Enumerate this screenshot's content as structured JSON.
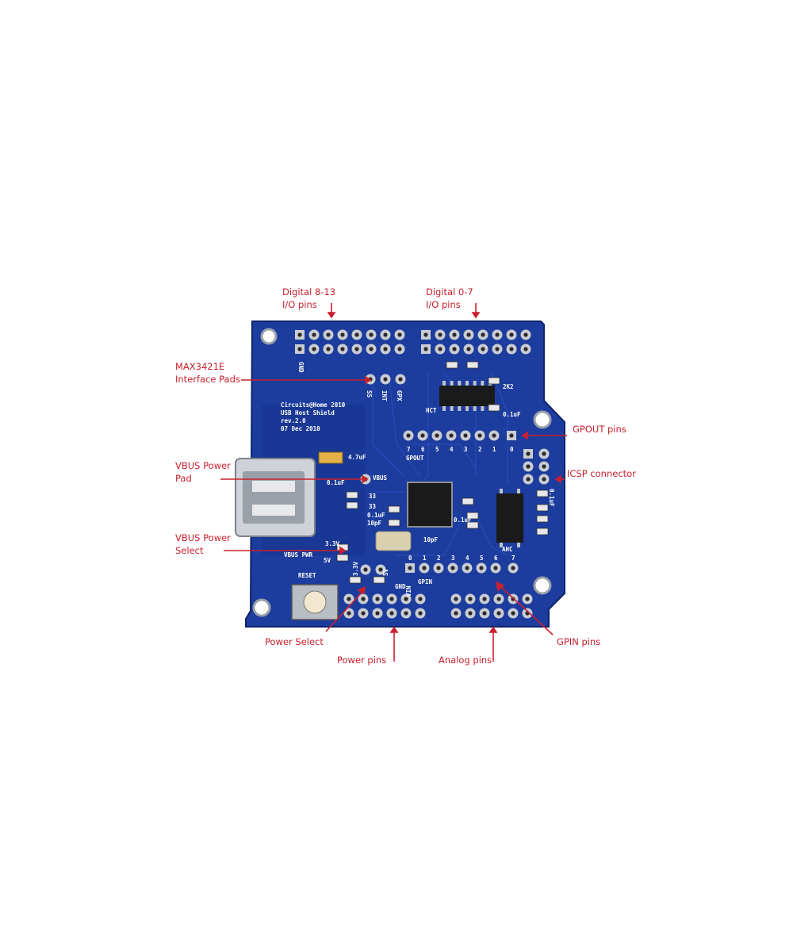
{
  "board": {
    "colors": {
      "pcb": "#1c3c9e",
      "pcb_dark": "#12297a",
      "silk": "#ffffff",
      "pad": "#c9ccd2",
      "chip": "#1a1a1a",
      "annotation": "#c8202f"
    },
    "silk_header": [
      "Circuits@Home 2010",
      "USB Host Shield",
      "rev.2.0",
      "07 Dec 2010"
    ],
    "silk_labels": {
      "gnd_top": "GND",
      "ss": "SS",
      "int": "INT",
      "gpx": "GPX",
      "hct": "HCT",
      "r2k2": "2K2",
      "cap_top": "0.1uF",
      "gpout": "GPOUT",
      "gpout_numbers": [
        "7",
        "6",
        "5",
        "4",
        "3",
        "2",
        "1",
        "0"
      ],
      "cap_47": "4.7uF",
      "cap_vbus": "0.1uF",
      "vbus": "VBUS",
      "r33a": "33",
      "r33b": "33",
      "cap_mid": "0.1uF",
      "cap_10pf_a": "10pF",
      "cap_10pf_b": "10pF",
      "cap_right": "0.1uF",
      "cap_icsp": "0.1uF",
      "ahc": "AHC",
      "v33": "3.3V",
      "v5": "5V",
      "vbus_pwr": "VBUS PWR",
      "reset": "RESET",
      "sel33": "3.3V",
      "sel5": "5V",
      "gnd_bottom": "GND",
      "vin": "VIN",
      "gpin": "GPIN",
      "gpin_numbers": [
        "0",
        "1",
        "2",
        "3",
        "4",
        "5",
        "6",
        "7"
      ]
    }
  },
  "annotations": [
    {
      "id": "digital-8-13",
      "lines": [
        "Digital 8-13",
        "I/O pins"
      ]
    },
    {
      "id": "digital-0-7",
      "lines": [
        "Digital 0-7",
        "I/O pins"
      ]
    },
    {
      "id": "max3421e",
      "lines": [
        "MAX3421E",
        "Interface Pads"
      ]
    },
    {
      "id": "gpout",
      "lines": [
        "GPOUT pins"
      ]
    },
    {
      "id": "icsp",
      "lines": [
        "ICSP connector"
      ]
    },
    {
      "id": "vbus-pad",
      "lines": [
        "VBUS Power",
        "Pad"
      ]
    },
    {
      "id": "vbus-select",
      "lines": [
        "VBUS Power",
        "Select"
      ]
    },
    {
      "id": "power-select",
      "lines": [
        "Power Select"
      ]
    },
    {
      "id": "power-pins",
      "lines": [
        "Power pins"
      ]
    },
    {
      "id": "analog-pins",
      "lines": [
        "Analog pins"
      ]
    },
    {
      "id": "gpin",
      "lines": [
        "GPIN pins"
      ]
    }
  ]
}
